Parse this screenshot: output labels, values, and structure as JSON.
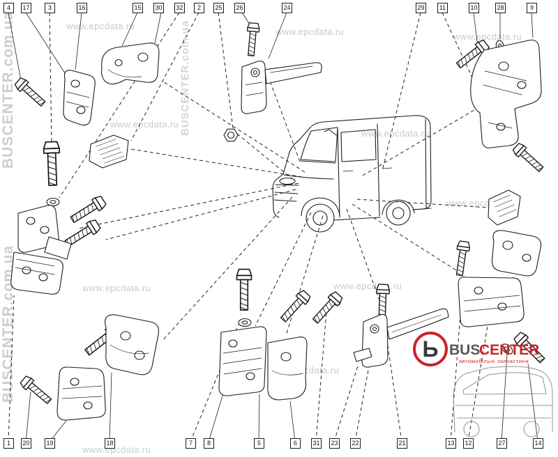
{
  "callouts": {
    "top": [
      "4",
      "17",
      "3",
      "16",
      "15",
      "30",
      "32",
      "2",
      "25",
      "26",
      "24",
      "29",
      "11",
      "10",
      "28",
      "9"
    ],
    "bottom": [
      "1",
      "20",
      "19",
      "18",
      "7",
      "8",
      "5",
      "6",
      "31",
      "23",
      "22",
      "21",
      "13",
      "12",
      "27",
      "14"
    ]
  },
  "watermarks": {
    "epcdata": "www.epcdata.ru",
    "buscenter": "BUSCENTER.com.ua"
  },
  "logo": {
    "glyph": "Ь",
    "bus": "BUS",
    "center": "CENTER",
    "subtitle": "автомобільні запчастини"
  },
  "colors": {
    "accent_red": "#cc2229",
    "line": "#1a1a1a",
    "watermark_gray": "#c9c9c9"
  }
}
